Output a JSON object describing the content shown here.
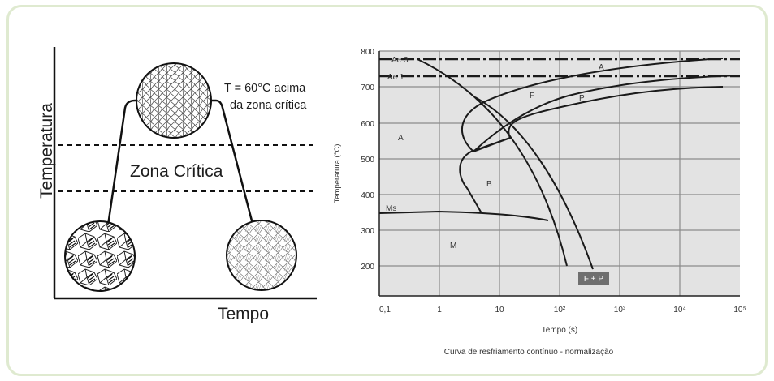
{
  "left_diagram": {
    "y_axis_label": "Temperatura",
    "x_axis_label": "Tempo",
    "critical_zone_label": "Zona Crítica",
    "annotation_line1": "T = 60°C acima",
    "annotation_line2": "da zona crítica"
  },
  "right_chart": {
    "y_axis_label": "Temperatura (°C)",
    "x_axis_label": "Tempo (s)",
    "y_ticks": [
      "800",
      "700",
      "600",
      "500",
      "400",
      "300",
      "200"
    ],
    "x_ticks": [
      "0,1",
      "1",
      "10",
      "10²",
      "10³",
      "10⁴",
      "10⁵"
    ],
    "lines": {
      "ae3": "Ae 3",
      "ae1": "Ae 1",
      "ms": "Ms"
    },
    "regions": {
      "a_top": "A",
      "a_left": "A",
      "f": "F",
      "p": "P",
      "b": "B",
      "m": "M"
    },
    "badge": "F + P",
    "caption": "Curva de resfriamento contínuo - normalização",
    "colors": {
      "plot_bg": "#e3e3e3",
      "grid": "#8a8a8a",
      "badge_bg": "#6f6f6f"
    }
  }
}
